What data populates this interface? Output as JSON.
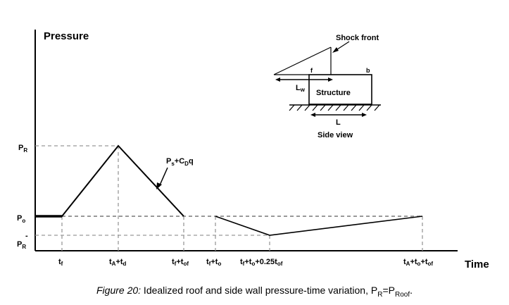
{
  "axes": {
    "y_title": "Pressure",
    "x_title": "Time"
  },
  "y_labels": {
    "pr": "P",
    "pr_sub": "R",
    "po": "P",
    "po_sub": "o",
    "prm": "P",
    "prm_sub": "R",
    "prm_sup": "-"
  },
  "curve_label": {
    "p": "P",
    "s": "s",
    "plus": "+C",
    "d": "D",
    "q": "q"
  },
  "x_labels": {
    "tf": "t",
    "tf_sub": "f",
    "tatd_t1": "t",
    "tatd_s1": "A",
    "tatd_mid": "+t",
    "tatd_s2": "d",
    "tftof_t": "t",
    "tftof_s1": "f",
    "tftof_mid": "+t",
    "tftof_s2": "of",
    "tfto_t": "t",
    "tfto_s1": "f",
    "tfto_mid": "+t",
    "tfto_s2": "o",
    "tq_t": "t",
    "tq_s1": "f",
    "tq_mid1": "+t",
    "tq_s2": "o",
    "tq_mid2": "+0.25t",
    "tq_s3": "of",
    "last_t": "t",
    "last_s1": "A",
    "last_mid1": "+t",
    "last_s2": "o",
    "last_mid2": "+t",
    "last_s3": "of"
  },
  "inset": {
    "shock_front": "Shock front",
    "f": "f",
    "b": "b",
    "lw": "L",
    "lw_sub": "w",
    "structure": "Structure",
    "l": "L",
    "side_view": "Side view"
  },
  "caption": {
    "prefix": "Figure 20:",
    "text": " Idealized roof and side wall pressure-time variation,  P",
    "sub1": "R",
    "eq": "=P",
    "sub2": "Roof",
    "end": "."
  }
}
